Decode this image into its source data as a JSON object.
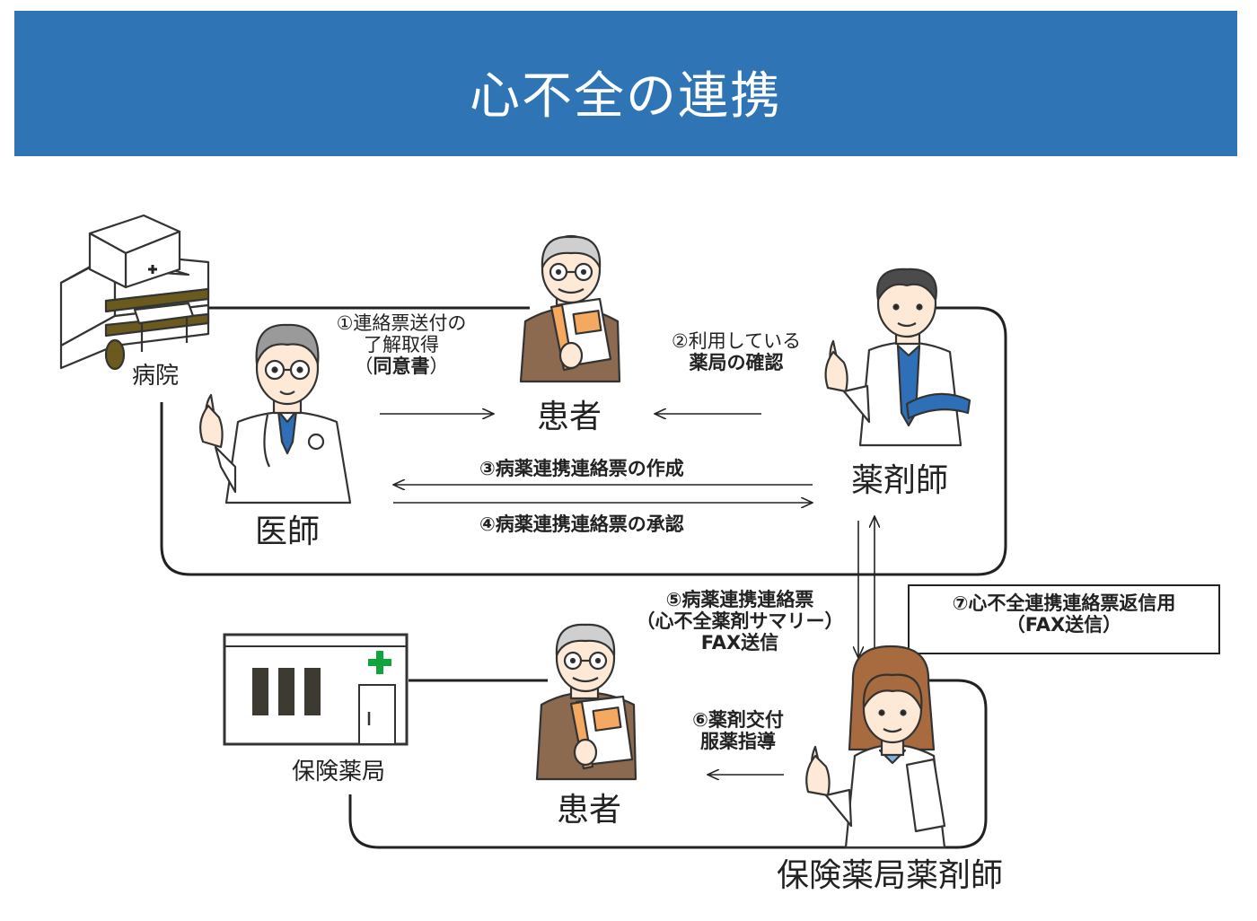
{
  "title": "心不全の連携",
  "locations": {
    "hospital": "病院",
    "pharmacy": "保険薬局"
  },
  "actors": {
    "patient_top": "患者",
    "doctor": "医師",
    "pharmacist": "薬剤師",
    "patient_bottom": "患者",
    "pharmacy_pharmacist": "保険薬局薬剤師"
  },
  "steps": {
    "s1": {
      "line1": "①連絡票送付の",
      "line2": "了解取得",
      "line3_open": "（",
      "line3_bold": "同意書",
      "line3_close": "）"
    },
    "s2": {
      "line1": "②利用している",
      "line2": "薬局の確認"
    },
    "s3": "③病薬連携連絡票の作成",
    "s4": "④病薬連携連絡票の承認",
    "s5": {
      "line1": "⑤病薬連携連絡票",
      "line2": "（心不全薬剤サマリー）",
      "line3": "FAX送信"
    },
    "s6": {
      "line1": "⑥薬剤交付",
      "line2": "服薬指導"
    },
    "s7": {
      "line1": "⑦心不全連携連絡票返信用",
      "line2": "（FAX送信）"
    }
  },
  "colors": {
    "banner": "#2f75b5",
    "tie": "#2f6fb8",
    "skin": "#fde9d6",
    "hair_gray": "#9a9a9a",
    "hair_dark": "#4b4b4b",
    "hair_brown": "#a86a3f",
    "sweater": "#8b6a4f",
    "book": "#f5a860",
    "cross_green": "#10a53c",
    "band_olive": "#6b5a1e"
  }
}
